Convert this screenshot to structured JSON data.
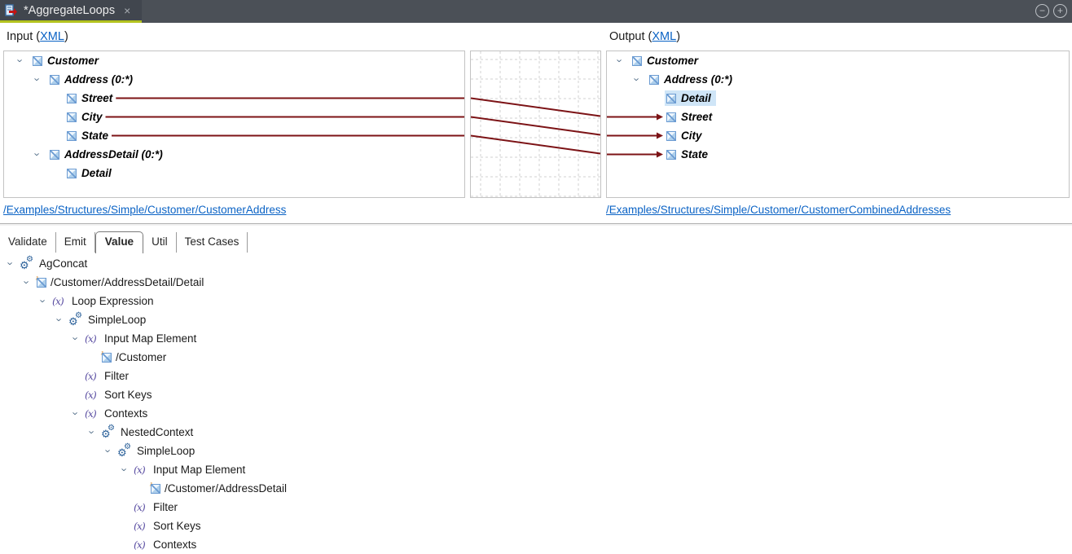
{
  "title_bar": {
    "tab_title": "*AggregateLoops",
    "close_glyph": "×",
    "minimize_glyph": "−",
    "maximize_glyph": "+"
  },
  "mapper": {
    "input": {
      "header_prefix": "Input (",
      "header_link": "XML",
      "header_suffix": ")",
      "nodes": [
        {
          "label": "Customer",
          "level": 1,
          "expand": true
        },
        {
          "label": "Address (0:*)",
          "level": 2,
          "expand": true
        },
        {
          "label": "Street",
          "level": 3,
          "mapped": true
        },
        {
          "label": "City",
          "level": 3,
          "mapped": true
        },
        {
          "label": "State",
          "level": 3,
          "mapped": true
        },
        {
          "label": "AddressDetail (0:*)",
          "level": 2,
          "expand": true
        },
        {
          "label": "Detail",
          "level": 3
        }
      ],
      "source_link": "/Examples/Structures/Simple/Customer/CustomerAddress"
    },
    "output": {
      "header_prefix": "Output (",
      "header_link": "XML",
      "header_suffix": ")",
      "nodes": [
        {
          "label": "Customer",
          "level": 1,
          "expand": true
        },
        {
          "label": "Address (0:*)",
          "level": 2,
          "expand": true
        },
        {
          "label": "Detail",
          "level": 3,
          "selected": true
        },
        {
          "label": "Street",
          "level": 3,
          "mapped": true
        },
        {
          "label": "City",
          "level": 3,
          "mapped": true
        },
        {
          "label": "State",
          "level": 3,
          "mapped": true
        }
      ],
      "source_link": "/Examples/Structures/Simple/Customer/CustomerCombinedAddresses"
    },
    "connections": [
      {
        "from": "Street",
        "to": "Street"
      },
      {
        "from": "City",
        "to": "City"
      },
      {
        "from": "State",
        "to": "State"
      }
    ]
  },
  "bottom_panel": {
    "tabs": [
      {
        "label": "Validate",
        "active": false
      },
      {
        "label": "Emit",
        "active": false
      },
      {
        "label": "Value",
        "active": true
      },
      {
        "label": "Util",
        "active": false
      },
      {
        "label": "Test Cases",
        "active": false
      }
    ],
    "value_tree": [
      {
        "label": "AgConcat",
        "level": 1,
        "icon": "gears",
        "expand": true
      },
      {
        "label": "/Customer/AddressDetail/Detail",
        "level": 2,
        "icon": "element",
        "expand": true
      },
      {
        "label": "Loop Expression",
        "level": 3,
        "icon": "fx",
        "expand": true
      },
      {
        "label": "SimpleLoop",
        "level": 4,
        "icon": "gears",
        "expand": true
      },
      {
        "label": "Input Map Element",
        "level": 5,
        "icon": "fx",
        "expand": true
      },
      {
        "label": "/Customer",
        "level": 6,
        "icon": "element"
      },
      {
        "label": "Filter",
        "level": 5,
        "icon": "fx"
      },
      {
        "label": "Sort Keys",
        "level": 5,
        "icon": "fx"
      },
      {
        "label": "Contexts",
        "level": 5,
        "icon": "fx",
        "expand": true
      },
      {
        "label": "NestedContext",
        "level": 6,
        "icon": "gears",
        "expand": true
      },
      {
        "label": "SimpleLoop",
        "level": 7,
        "icon": "gears",
        "expand": true
      },
      {
        "label": "Input Map Element",
        "level": 8,
        "icon": "fx",
        "expand": true
      },
      {
        "label": "/Customer/AddressDetail",
        "level": 9,
        "icon": "element"
      },
      {
        "label": "Filter",
        "level": 8,
        "icon": "fx"
      },
      {
        "label": "Sort Keys",
        "level": 8,
        "icon": "fx"
      },
      {
        "label": "Contexts",
        "level": 8,
        "icon": "fx"
      }
    ]
  },
  "icons": {
    "chevron_glyph": "›",
    "gear_glyph": "⚙",
    "fx_glyph": "(x)",
    "corner_arrow_glyph": "↑"
  },
  "colors": {
    "connection_line": "#7c1316",
    "active_tab_underline": "#b3c31f",
    "link": "#0b63c5",
    "selection": "#cfe5f7",
    "grid_line": "#d2d2d2"
  }
}
